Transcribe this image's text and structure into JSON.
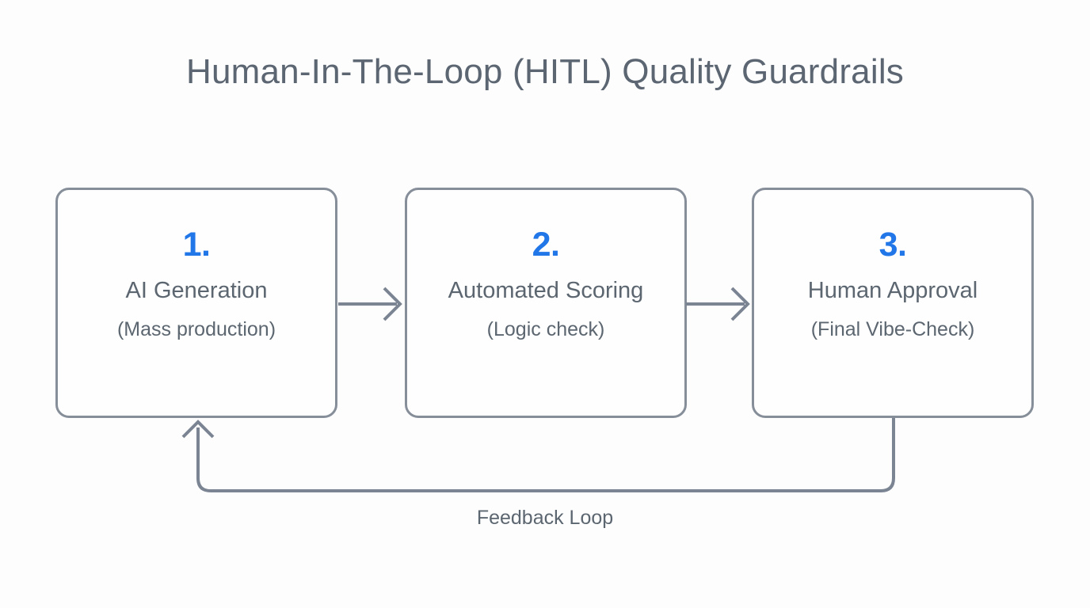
{
  "title": "Human-In-The-Loop (HITL) Quality Guardrails",
  "colors": {
    "background": "#fdfdfd",
    "title_text": "#5c6672",
    "body_text": "#5c6670",
    "accent_number": "#2176e8",
    "box_border": "#868e9a",
    "connector": "#7b8492"
  },
  "stages": [
    {
      "number": "1.",
      "title": "AI Generation",
      "subtitle": "(Mass production)"
    },
    {
      "number": "2.",
      "title": "Automated Scoring",
      "subtitle": "(Logic check)"
    },
    {
      "number": "3.",
      "title": "Human Approval",
      "subtitle": "(Final Vibe-Check)"
    }
  ],
  "connectors": [
    {
      "from": "1",
      "to": "2",
      "icon": "arrow-right-icon"
    },
    {
      "from": "2",
      "to": "3",
      "icon": "arrow-right-icon"
    }
  ],
  "feedback_loop": {
    "label": "Feedback Loop",
    "from": "3",
    "to": "1",
    "icon": "arrow-up-icon"
  }
}
